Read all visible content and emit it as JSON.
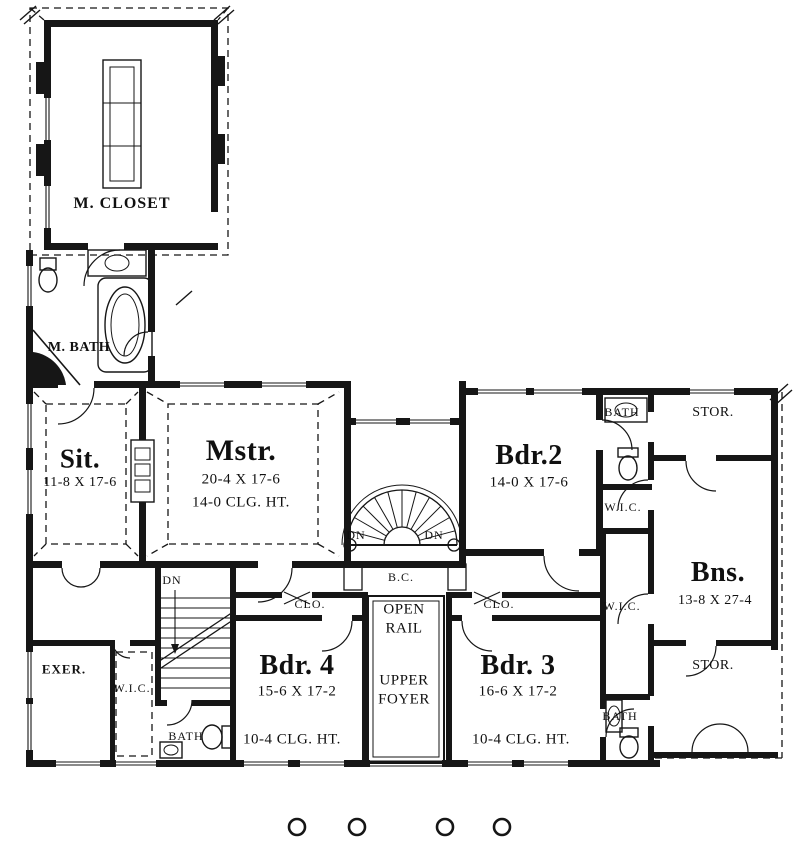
{
  "drawing": {
    "ink_color": "#161616",
    "background": "#ffffff"
  },
  "rooms": {
    "m_closet": {
      "name": "M. CLOSET"
    },
    "m_bath": {
      "name": "M. BATH"
    },
    "sit": {
      "name": "Sit.",
      "dim": "11-8 X 17-6"
    },
    "mstr": {
      "name": "Mstr.",
      "dim": "20-4 X 17-6",
      "ceiling": "14-0 CLG. HT."
    },
    "bdr2": {
      "name": "Bdr.2",
      "dim": "14-0 X 17-6"
    },
    "bns": {
      "name": "Bns.",
      "dim": "13-8 X 27-4"
    },
    "bdr4": {
      "name": "Bdr. 4",
      "dim": "15-6 X 17-2",
      "ceiling": "10-4 CLG. HT."
    },
    "bdr3": {
      "name": "Bdr. 3",
      "dim": "16-6 X 17-2",
      "ceiling": "10-4 CLG. HT."
    },
    "exer": {
      "name": "EXER."
    },
    "open_rail": {
      "line1": "OPEN",
      "line2": "RAIL"
    },
    "upper_foyer": {
      "line1": "UPPER",
      "line2": "FOYER"
    }
  },
  "small_labels": {
    "bath_top_right": "BATH",
    "stor_top_right": "STOR.",
    "wic_right_upper": "W.I.C.",
    "wic_right_lower": "W.I.C.",
    "stor_bottom_right": "STOR.",
    "bath_bottom_right": "BATH",
    "wic_left": "W.I.C.",
    "bath_bottom_left": "BATH",
    "clo_left": "CLO.",
    "clo_right": "CLO.",
    "bc": "B.C.",
    "dn_back_stair": "DN",
    "dn_main_left": "DN",
    "dn_main_right": "DN"
  }
}
